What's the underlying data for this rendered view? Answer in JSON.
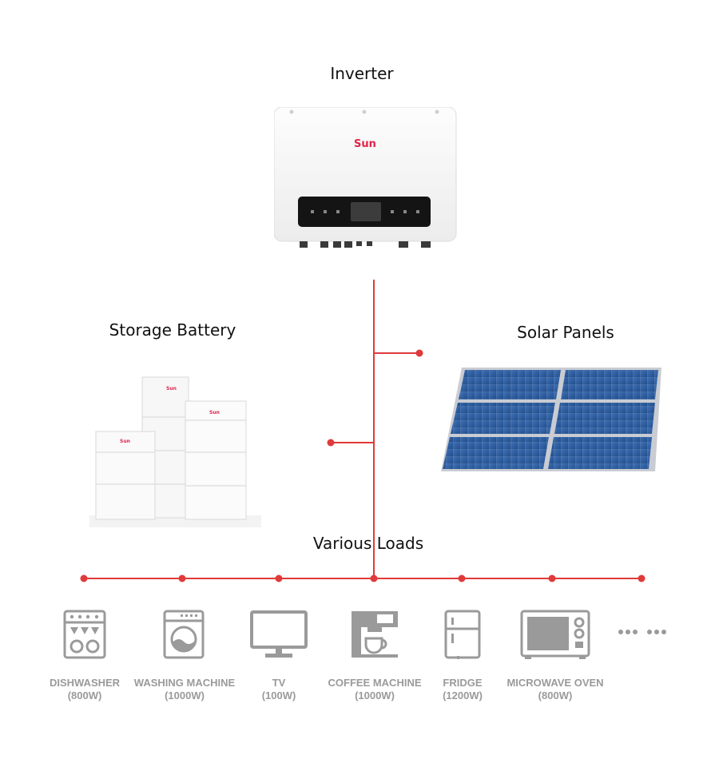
{
  "labels": {
    "inverter": "Inverter",
    "storage_battery": "Storage Battery",
    "solar_panels": "Solar Panels",
    "various_loads": "Various Loads"
  },
  "brand": "Sun",
  "colors": {
    "wire": "#e03a3a",
    "icon_gray": "#9a9a9a",
    "brand_red": "#e0234a",
    "panel_blue": "#2b5a9c"
  },
  "loads": [
    {
      "name": "DISHWASHER",
      "power": "(800W)",
      "icon": "dishwasher-icon"
    },
    {
      "name": "WASHING MACHINE",
      "power": "(1000W)",
      "icon": "washing-machine-icon"
    },
    {
      "name": "TV",
      "power": "(100W)",
      "icon": "tv-icon"
    },
    {
      "name": "COFFEE MACHINE",
      "power": "(1000W)",
      "icon": "coffee-machine-icon"
    },
    {
      "name": "FRIDGE",
      "power": "(1200W)",
      "icon": "fridge-icon"
    },
    {
      "name": "MICROWAVE OVEN",
      "power": "(800W)",
      "icon": "microwave-icon"
    }
  ]
}
